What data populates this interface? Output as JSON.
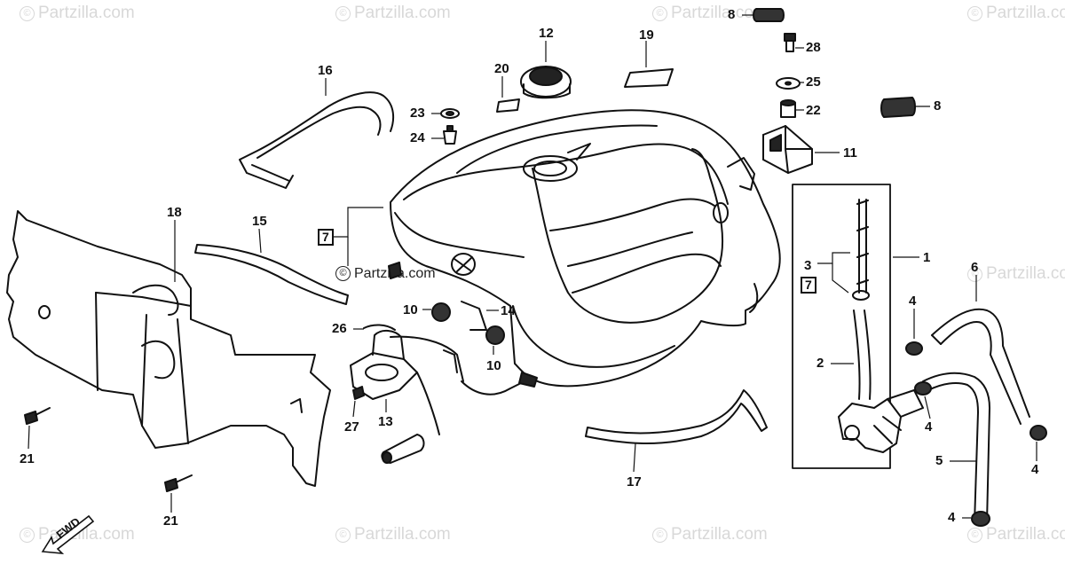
{
  "watermark": {
    "symbol": "©",
    "text": "Partzilla.com"
  },
  "fwd_label": "FWD",
  "callouts": [
    {
      "id": "c-12",
      "text": "12"
    },
    {
      "id": "c-19",
      "text": "19"
    },
    {
      "id": "c-20",
      "text": "20"
    },
    {
      "id": "c-8a",
      "text": "8"
    },
    {
      "id": "c-28",
      "text": "28"
    },
    {
      "id": "c-25",
      "text": "25"
    },
    {
      "id": "c-22",
      "text": "22"
    },
    {
      "id": "c-8b",
      "text": "8"
    },
    {
      "id": "c-11",
      "text": "11"
    },
    {
      "id": "c-16",
      "text": "16"
    },
    {
      "id": "c-23",
      "text": "23"
    },
    {
      "id": "c-24",
      "text": "24"
    },
    {
      "id": "c-18",
      "text": "18"
    },
    {
      "id": "c-15",
      "text": "15"
    },
    {
      "id": "c-7a",
      "text": "7"
    },
    {
      "id": "c-1",
      "text": "1"
    },
    {
      "id": "c-3",
      "text": "3"
    },
    {
      "id": "c-7b",
      "text": "7"
    },
    {
      "id": "c-6",
      "text": "6"
    },
    {
      "id": "c-4a",
      "text": "4"
    },
    {
      "id": "c-10a",
      "text": "10"
    },
    {
      "id": "c-14",
      "text": "14"
    },
    {
      "id": "c-26",
      "text": "26"
    },
    {
      "id": "c-10b",
      "text": "10"
    },
    {
      "id": "c-2",
      "text": "2"
    },
    {
      "id": "c-4b",
      "text": "4"
    },
    {
      "id": "c-27",
      "text": "27"
    },
    {
      "id": "c-13",
      "text": "13"
    },
    {
      "id": "c-5",
      "text": "5"
    },
    {
      "id": "c-4c",
      "text": "4"
    },
    {
      "id": "c-21a",
      "text": "21"
    },
    {
      "id": "c-17",
      "text": "17"
    },
    {
      "id": "c-21b",
      "text": "21"
    },
    {
      "id": "c-4d",
      "text": "4"
    }
  ]
}
